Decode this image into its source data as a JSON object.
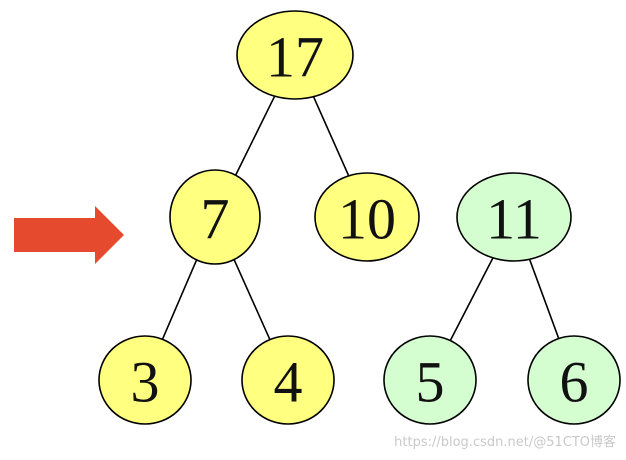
{
  "colors": {
    "yellow_node": "#ffff80",
    "green_node": "#d4fdd0",
    "arrow": "#e64a2e",
    "edge": "#000000",
    "watermark": "#c9c9c9"
  },
  "nodes": [
    {
      "id": "n17",
      "label": "17",
      "color": "yellow"
    },
    {
      "id": "n7",
      "label": "7",
      "color": "yellow"
    },
    {
      "id": "n10",
      "label": "10",
      "color": "yellow"
    },
    {
      "id": "n3",
      "label": "3",
      "color": "yellow"
    },
    {
      "id": "n4",
      "label": "4",
      "color": "yellow"
    },
    {
      "id": "n11",
      "label": "11",
      "color": "green"
    },
    {
      "id": "n5",
      "label": "5",
      "color": "green"
    },
    {
      "id": "n6",
      "label": "6",
      "color": "green"
    }
  ],
  "edges": [
    {
      "from": "n17",
      "to": "n7"
    },
    {
      "from": "n17",
      "to": "n10"
    },
    {
      "from": "n7",
      "to": "n3"
    },
    {
      "from": "n7",
      "to": "n4"
    },
    {
      "from": "n11",
      "to": "n5"
    },
    {
      "from": "n11",
      "to": "n6"
    }
  ],
  "pointer": {
    "icon": "arrow-right-icon",
    "target": "n7"
  },
  "watermark": "https://blog.csdn.net/@51CTO博客"
}
